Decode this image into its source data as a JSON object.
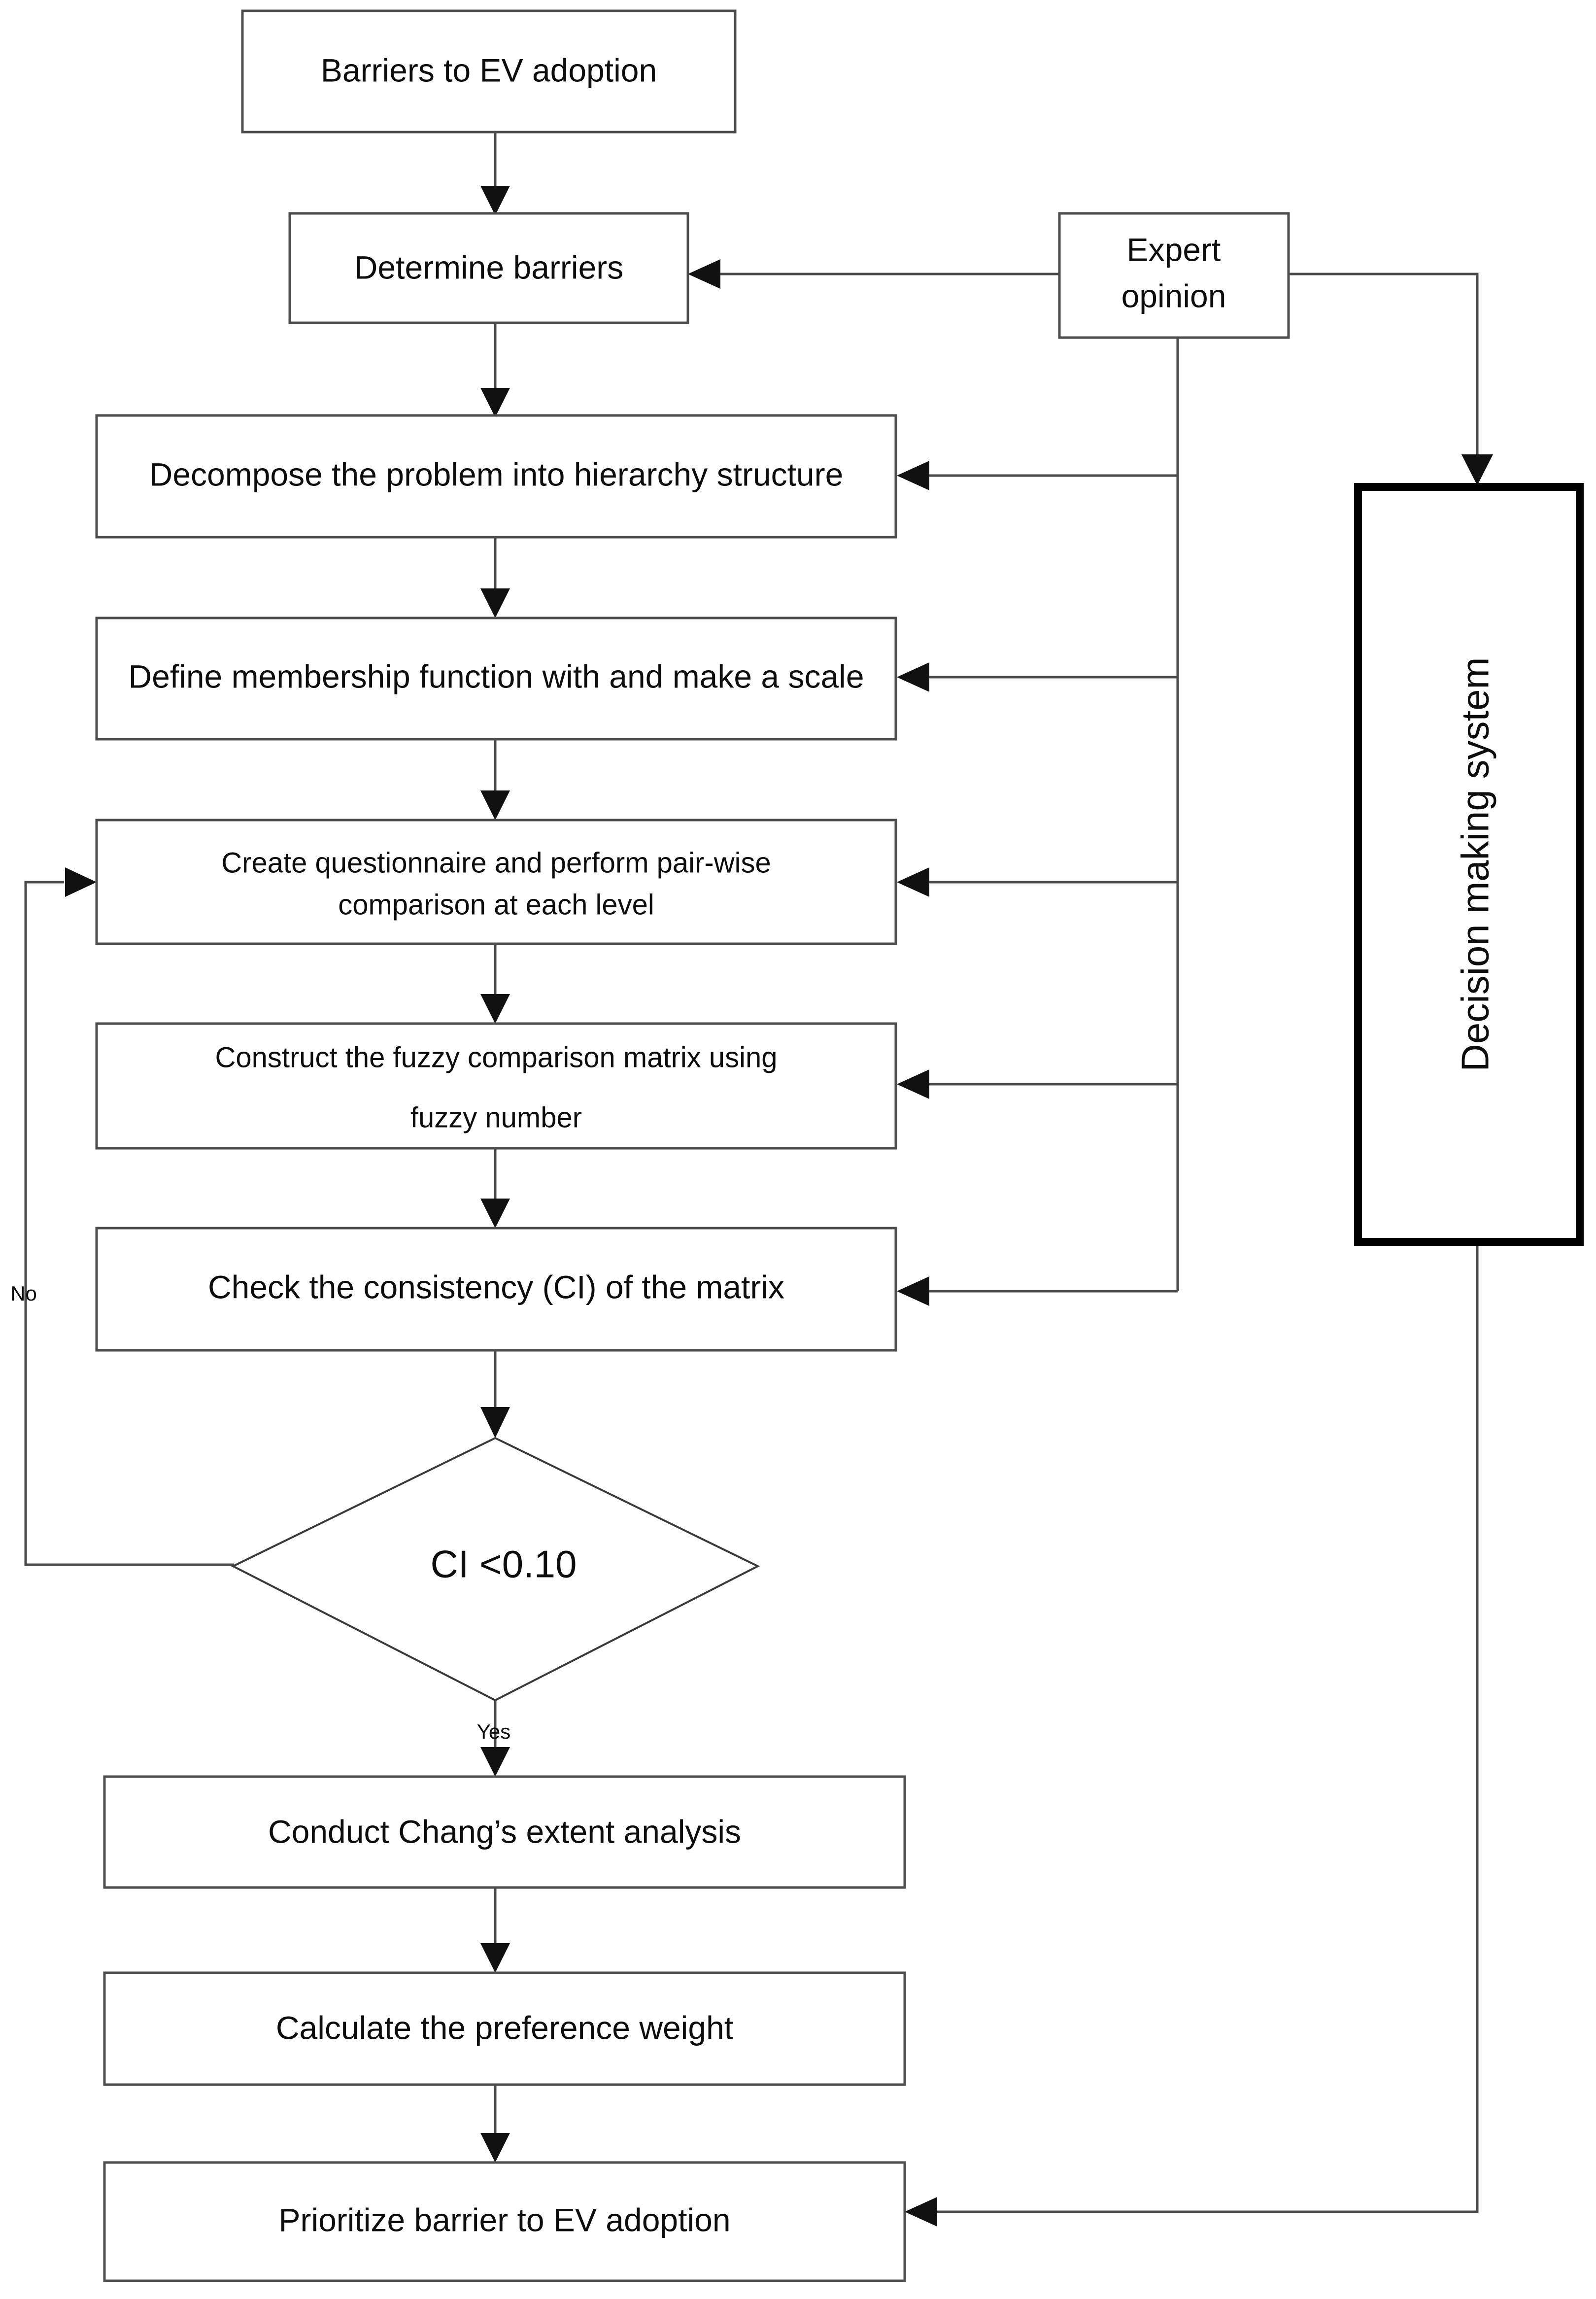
{
  "diagram": {
    "type": "flowchart",
    "title": "Fuzzy AHP methodology for prioritizing barriers to EV adoption",
    "background_color": "#ffffff",
    "line_color": "#4a4a4a",
    "text_color": "#0d0d0d",
    "heavy_border_color": "#000000"
  },
  "nodes": {
    "start": {
      "id": "start",
      "shape": "rectangle",
      "label": "Barriers to EV adoption"
    },
    "determine": {
      "id": "determine",
      "shape": "rectangle",
      "label": "Determine barriers"
    },
    "decompose": {
      "id": "decompose",
      "shape": "rectangle",
      "label": "Decompose the problem into hierarchy structure"
    },
    "membership": {
      "id": "membership",
      "shape": "rectangle",
      "label": "Define membership function with and make a scale"
    },
    "questionnaire": {
      "id": "questionnaire",
      "shape": "rectangle",
      "label_line1": "Create questionnaire and perform pair-wise",
      "label_line2": "comparison at each level"
    },
    "fuzzy_matrix": {
      "id": "fuzzy_matrix",
      "shape": "rectangle",
      "label_line1": "Construct the fuzzy comparison matrix using",
      "label_line2": "fuzzy number"
    },
    "consistency": {
      "id": "consistency",
      "shape": "rectangle",
      "label": "Check the consistency (CI) of the matrix"
    },
    "decision": {
      "id": "decision",
      "shape": "diamond",
      "label": "CI <0.10"
    },
    "chang": {
      "id": "chang",
      "shape": "rectangle",
      "label": "Conduct Chang’s extent analysis"
    },
    "weight": {
      "id": "weight",
      "shape": "rectangle",
      "label": "Calculate the preference weight"
    },
    "prioritize": {
      "id": "prioritize",
      "shape": "rectangle",
      "label": "Prioritize barrier to EV adoption"
    },
    "expert": {
      "id": "expert",
      "shape": "rectangle",
      "label_line1": "Expert",
      "label_line2": "opinion"
    },
    "dms": {
      "id": "dms",
      "shape": "rectangle-heavy",
      "label": "Decision making system",
      "orientation": "vertical"
    }
  },
  "edge_labels": {
    "no": "No",
    "yes": "Yes"
  },
  "edges": [
    {
      "from": "start",
      "to": "determine",
      "label": ""
    },
    {
      "from": "determine",
      "to": "decompose",
      "label": ""
    },
    {
      "from": "decompose",
      "to": "membership",
      "label": ""
    },
    {
      "from": "membership",
      "to": "questionnaire",
      "label": ""
    },
    {
      "from": "questionnaire",
      "to": "fuzzy_matrix",
      "label": ""
    },
    {
      "from": "fuzzy_matrix",
      "to": "consistency",
      "label": ""
    },
    {
      "from": "consistency",
      "to": "decision",
      "label": ""
    },
    {
      "from": "decision",
      "to": "questionnaire",
      "label": "No"
    },
    {
      "from": "decision",
      "to": "chang",
      "label": "Yes"
    },
    {
      "from": "chang",
      "to": "weight",
      "label": ""
    },
    {
      "from": "weight",
      "to": "prioritize",
      "label": ""
    },
    {
      "from": "expert",
      "to": "determine",
      "label": ""
    },
    {
      "from": "expert",
      "to": "decompose",
      "label": ""
    },
    {
      "from": "expert",
      "to": "membership",
      "label": ""
    },
    {
      "from": "expert",
      "to": "questionnaire",
      "label": ""
    },
    {
      "from": "expert",
      "to": "fuzzy_matrix",
      "label": ""
    },
    {
      "from": "expert",
      "to": "consistency",
      "label": ""
    },
    {
      "from": "expert",
      "to": "dms",
      "label": ""
    },
    {
      "from": "dms",
      "to": "prioritize",
      "label": ""
    }
  ]
}
